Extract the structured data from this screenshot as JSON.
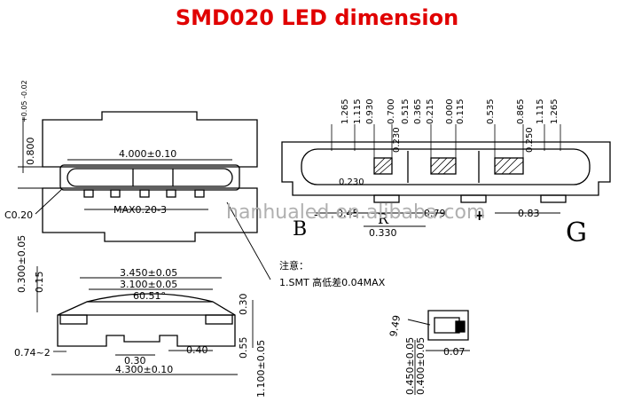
{
  "title": "SMD020  LED dimension",
  "colors": {
    "title": "#e00000",
    "line": "#000000",
    "watermark": "#b0b0b0"
  },
  "top_view": {
    "width_dim": "4.000±0.10",
    "height_dim": "0.800",
    "height_tol": "+0.05 -0.02",
    "chamfer": "C0.20",
    "max_pad": "MAX0.20-3"
  },
  "front_view": {
    "overall_dim": "3.450±0.05",
    "inner_dim": "3.100±0.05",
    "angle": "60.51°",
    "top_gap": "0.300±0.05",
    "gap_15": "0.15",
    "side_30": "0.30",
    "side_55": "0.55",
    "bottom_30": "0.30",
    "bottom_40": "0.40",
    "left_74": "0.74~2",
    "width_dim": "4.300±0.10",
    "height_dim": "1.100±0.05"
  },
  "note": {
    "label": "注意：",
    "text": "1.SMT 高低差0.04MAX"
  },
  "right_view": {
    "top_labels": [
      "1.265",
      "1.115",
      "0.930",
      "0.700",
      "0.515",
      "0.365",
      "0.215",
      "0.000",
      "0.115",
      "0.535",
      "0.865",
      "1.115",
      "1.265"
    ],
    "label_230": "0.230",
    "label_250": "0.250",
    "label_230b": "0.230",
    "b_label": "B",
    "g_label": "G",
    "r_label": "R",
    "dim_045": "0.45",
    "dim_079": "0.79",
    "dim_330": "0.330",
    "dim_083": "0.83",
    "plus_sign": "+",
    "minus_sign": "-"
  },
  "side_view": {
    "angle": "9.49",
    "dim_450": "0.450±0.05",
    "dim_400": "0.400±0.05",
    "dim_007": "0.07"
  },
  "watermark": "hanhualed.en.alibaba.com"
}
